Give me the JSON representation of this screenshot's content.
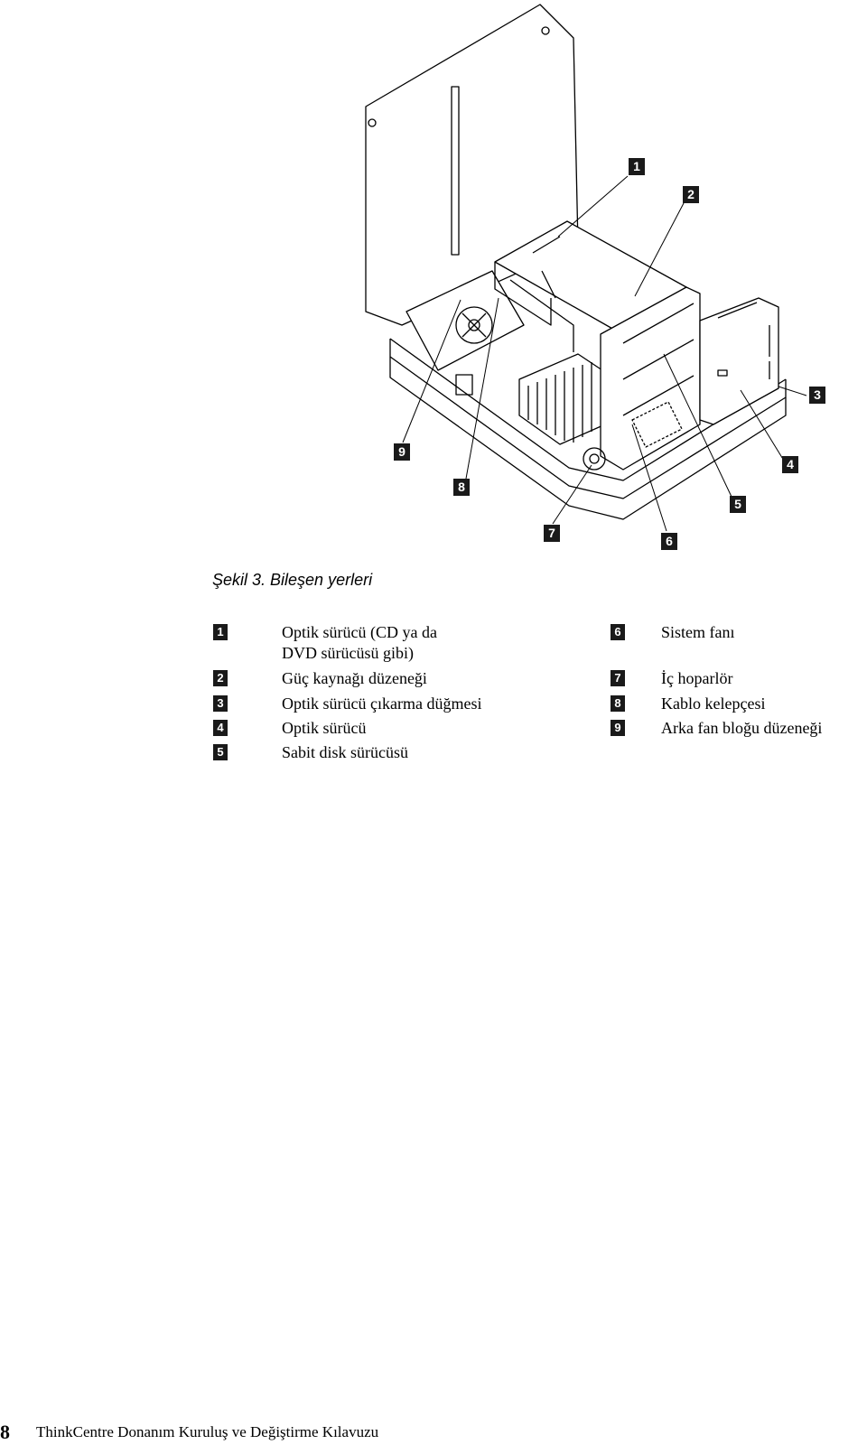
{
  "figure": {
    "caption": "Şekil 3. Bileşen yerleri",
    "callouts": [
      "1",
      "2",
      "3",
      "4",
      "5",
      "6",
      "7",
      "8",
      "9"
    ]
  },
  "legend": {
    "left": [
      {
        "num": "1",
        "text": "Optik sürücü (CD ya da",
        "text2": "DVD sürücüsü gibi)"
      },
      {
        "num": "2",
        "text": "Güç kaynağı düzeneği"
      },
      {
        "num": "3",
        "text": "Optik sürücü çıkarma düğmesi"
      },
      {
        "num": "4",
        "text": "Optik sürücü"
      },
      {
        "num": "5",
        "text": "Sabit disk sürücüsü"
      }
    ],
    "right": [
      {
        "num": "6",
        "text": "Sistem fanı"
      },
      {
        "num": "7",
        "text": "İç hoparlör"
      },
      {
        "num": "8",
        "text": "Kablo kelepçesi"
      },
      {
        "num": "9",
        "text": "Arka fan bloğu düzeneği"
      }
    ]
  },
  "footer": {
    "page_number": "8",
    "title": "ThinkCentre Donanım Kuruluş ve Değiştirme Kılavuzu"
  }
}
